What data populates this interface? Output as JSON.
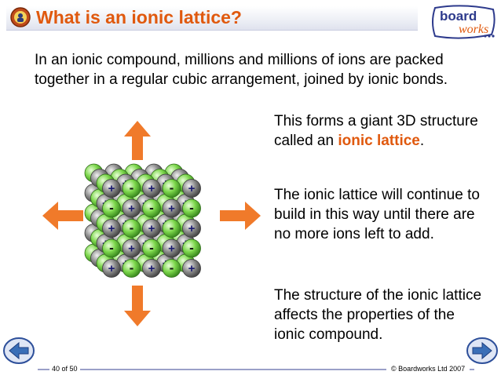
{
  "header": {
    "title": "What is an ionic lattice?",
    "brand_part1": "board",
    "brand_part2": "works"
  },
  "content": {
    "intro": "In an ionic compound, millions and millions of ions are packed together in a regular cubic arrangement, joined by ionic bonds.",
    "para1_before": "This forms a giant 3D structure called an ",
    "para1_highlight": "ionic lattice",
    "para1_after": ".",
    "para2": "The ionic lattice will continue to build in this way until there are no more ions left to add.",
    "para3": "The structure of the ionic lattice affects the properties of the ionic compound."
  },
  "footer": {
    "page": "40 of 50",
    "copyright": "© Boardworks Ltd 2007"
  },
  "colors": {
    "accent": "#e0590e",
    "positive_ion": "#808080",
    "negative_ion": "#66cc33",
    "arrow": "#f07a2a",
    "nav": "#3a6fb7"
  },
  "icons": {
    "prev": "arrow-left-icon",
    "next": "arrow-right-icon",
    "title_logo": "boardworks-seal-icon"
  }
}
